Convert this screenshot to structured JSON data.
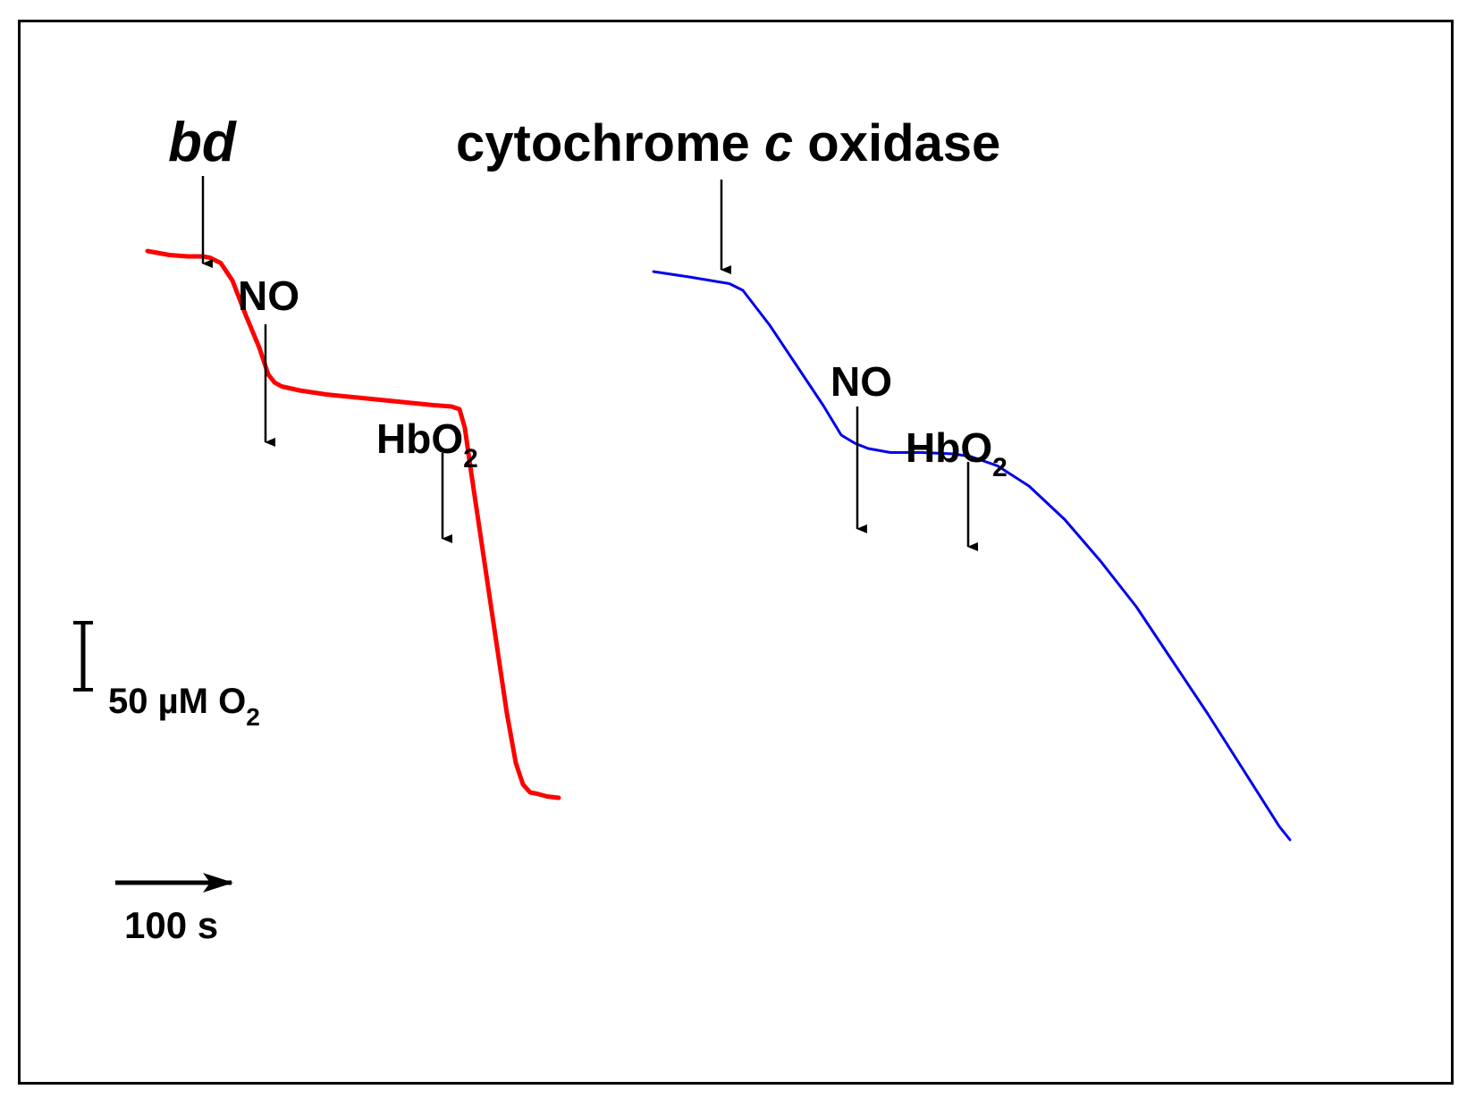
{
  "chart_data": {
    "type": "line",
    "title": "",
    "xlabel": "",
    "ylabel": "",
    "colors": {
      "bd": "#ff0000",
      "cyt": "#0000ee",
      "ink": "#000000"
    },
    "series": [
      {
        "name": "bd",
        "color": "#ff0000",
        "x": [
          0,
          25,
          45,
          62,
          70,
          82,
          95,
          110,
          125,
          135,
          142,
          150,
          170,
          200,
          230,
          260,
          290,
          320,
          340,
          349,
          355,
          362,
          372,
          382,
          392,
          402,
          412,
          420,
          428,
          436,
          447,
          460
        ],
        "y": [
          0,
          -3,
          -4,
          -4,
          -5,
          -9,
          -22,
          -48,
          -72,
          -92,
          -98,
          -101,
          -104,
          -107,
          -109,
          -111,
          -113,
          -115,
          -116,
          -118,
          -132,
          -165,
          -210,
          -255,
          -300,
          -345,
          -382,
          -398,
          -404,
          -405,
          -407,
          -408
        ]
      },
      {
        "name": "cytochrome c oxidase",
        "color": "#0000ee",
        "x": [
          0,
          40,
          85,
          100,
          130,
          160,
          190,
          210,
          225,
          240,
          265,
          300,
          335,
          355,
          385,
          420,
          460,
          500,
          540,
          580,
          620,
          660,
          700,
          712
        ],
        "y": [
          0,
          -4,
          -9,
          -14,
          -40,
          -70,
          -100,
          -122,
          -128,
          -132,
          -135,
          -135,
          -136,
          -138,
          -145,
          -160,
          -185,
          -216,
          -250,
          -290,
          -330,
          -372,
          -414,
          -424
        ]
      }
    ],
    "annotations": {
      "bd_title": "bd",
      "cyt_title_pre": "cytochrome ",
      "cyt_title_italic": "c",
      "cyt_title_post": " oxidase",
      "bd_no": "NO",
      "bd_hbo2": "HbO",
      "bd_hbo2_sub": "2",
      "cyt_no": "NO",
      "cyt_hbo2": "HbO",
      "cyt_hbo2_sub": "2"
    },
    "arrow_events": [
      {
        "series": "bd",
        "x": 62,
        "label": ""
      },
      {
        "series": "bd",
        "x": 135,
        "label": "NO"
      },
      {
        "series": "bd",
        "x": 349,
        "label": "HbO2"
      },
      {
        "series": "cytochrome c oxidase",
        "x": 85,
        "label": ""
      },
      {
        "series": "cytochrome c oxidase",
        "x": 230,
        "label": "NO"
      },
      {
        "series": "cytochrome c oxidase",
        "x": 355,
        "label": "HbO2"
      }
    ],
    "scale_bars": {
      "y": {
        "value": 50,
        "label": "50 µM O",
        "label_sub": "2"
      },
      "x": {
        "value": 100,
        "label": "100 s"
      }
    }
  }
}
